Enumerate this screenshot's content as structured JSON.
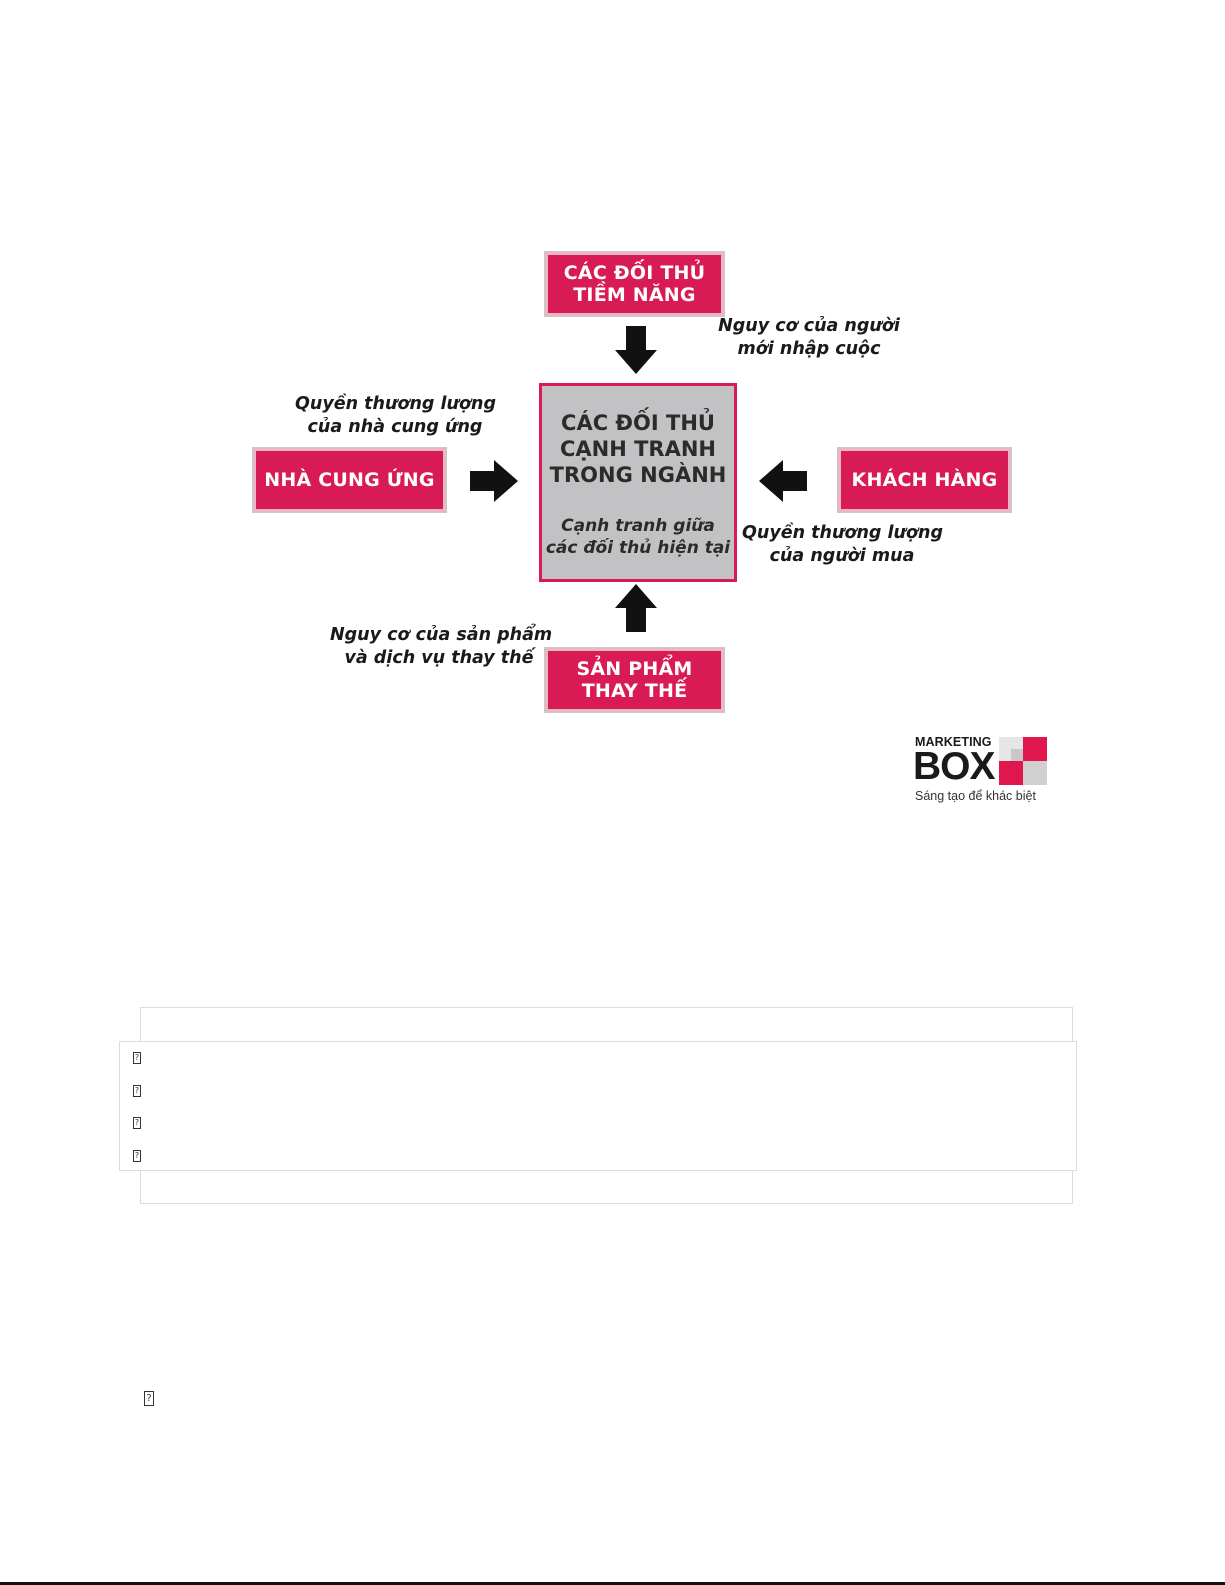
{
  "diagram": {
    "top_box": [
      "CÁC ĐỐI THỦ",
      "TIỀM NĂNG"
    ],
    "left_box": "NHÀ CUNG ỨNG",
    "right_box": "KHÁCH HÀNG",
    "bottom_box": [
      "SẢN PHẨM",
      "THAY THẾ"
    ],
    "center_title": [
      "CÁC ĐỐI THỦ",
      "CẠNH TRANH",
      "TRONG NGÀNH"
    ],
    "center_subtitle": [
      "Cạnh tranh giữa",
      "các đối thủ hiện tại"
    ],
    "label_top_right": [
      "Nguy cơ của người",
      "mới nhập cuộc"
    ],
    "label_top_left": [
      "Quyền thương lượng",
      "của nhà cung ứng"
    ],
    "label_right": [
      "Quyền thương lượng",
      "của người mua"
    ],
    "label_bottom_left": [
      "Nguy cơ của sản phẩm",
      "và dịch vụ thay thế"
    ],
    "colors": {
      "box_red": "#d81b55",
      "center_gray": "#c2c2c4",
      "arrow": "#111111"
    }
  },
  "logo": {
    "marketing": "MARKETING",
    "box": "BOX",
    "tagline": "Sáng tạo để khác biệt"
  },
  "bullets": [
    "?",
    "?",
    "?",
    "?"
  ],
  "footer_bullet": "?"
}
